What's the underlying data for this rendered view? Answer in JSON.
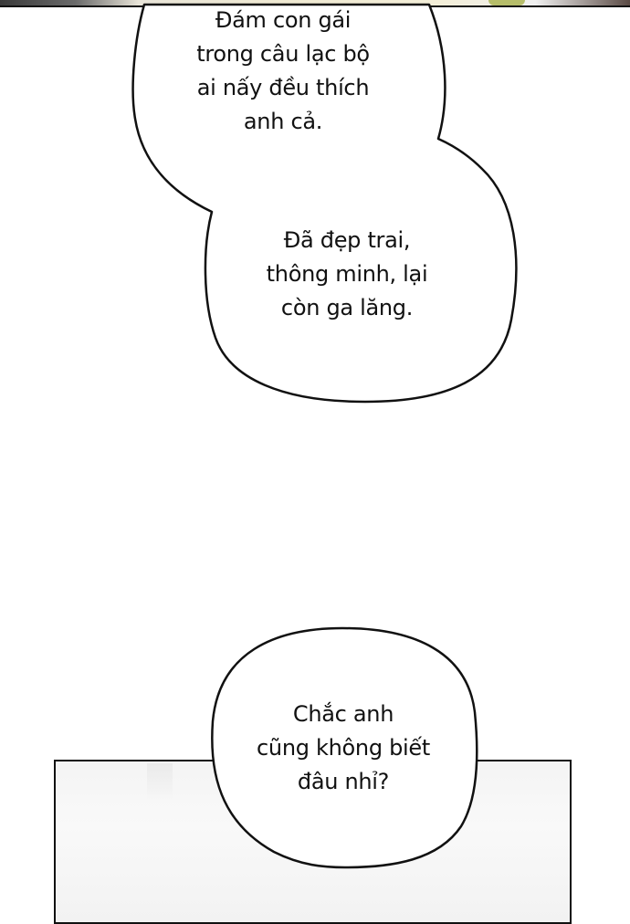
{
  "page": {
    "type": "webtoon-strip",
    "background": "#ffffff",
    "border_color": "#111111"
  },
  "panels": {
    "top_panel": {
      "description": "bottom edge of previous illustrated panel"
    },
    "bottom_panel": {
      "description": "top of next panel, light grey interior"
    }
  },
  "speech_bubbles": [
    {
      "id": "bubble-1",
      "lines": [
        "Đám con gái",
        "trong câu lạc bộ",
        "ai nấy đều thích",
        "anh cả."
      ]
    },
    {
      "id": "bubble-2",
      "lines": [
        "Đã đẹp trai,",
        "thông minh, lại",
        "còn ga lăng."
      ]
    },
    {
      "id": "bubble-3",
      "lines": [
        "Chắc anh",
        "cũng không biết",
        "đâu nhỉ?"
      ]
    }
  ]
}
